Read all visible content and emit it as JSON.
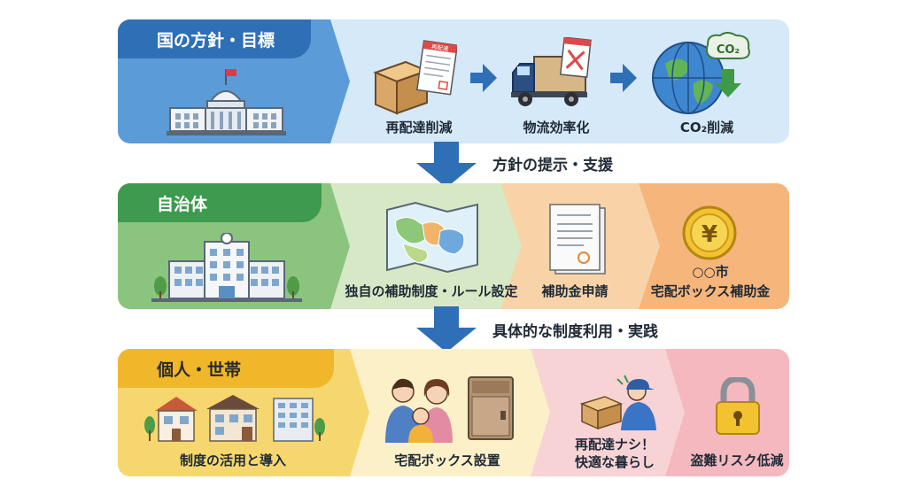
{
  "tiers": {
    "national": {
      "title": "国の方針・目標",
      "steps": [
        "再配達削減",
        "物流効率化",
        "CO₂削減"
      ],
      "icon_names": [
        "government-building-icon",
        "parcel-redelivery-icon",
        "delivery-truck-icon",
        "globe-co2-icon"
      ],
      "badge_co2": "CO₂",
      "slip_label": "再配達"
    },
    "municipal": {
      "title": "自治体",
      "steps": [
        "独自の補助制度・ルール設定",
        "補助金申請",
        "○○市",
        "宅配ボックス補助金"
      ],
      "icon_names": [
        "city-hall-icon",
        "regional-map-icon",
        "application-documents-icon",
        "yen-coin-icon"
      ],
      "coin_symbol": "¥"
    },
    "household": {
      "title": "個人・世帯",
      "steps": [
        "制度の活用と導入",
        "宅配ボックス設置",
        "再配達ナシ！",
        "快適な暮らし",
        "盗難リスク低減"
      ],
      "icon_names": [
        "houses-icon",
        "family-icon",
        "delivery-box-icon",
        "courier-icon",
        "padlock-icon"
      ]
    }
  },
  "flows": [
    {
      "label": "方針の提示・支援"
    },
    {
      "label": "具体的な制度利用・実践"
    }
  ],
  "colors": {
    "national_tag": "#2f6fb5",
    "municipal_tag": "#3d9a4f",
    "household_tag": "#f0b72b",
    "flow_arrow": "#2f6fb5"
  }
}
